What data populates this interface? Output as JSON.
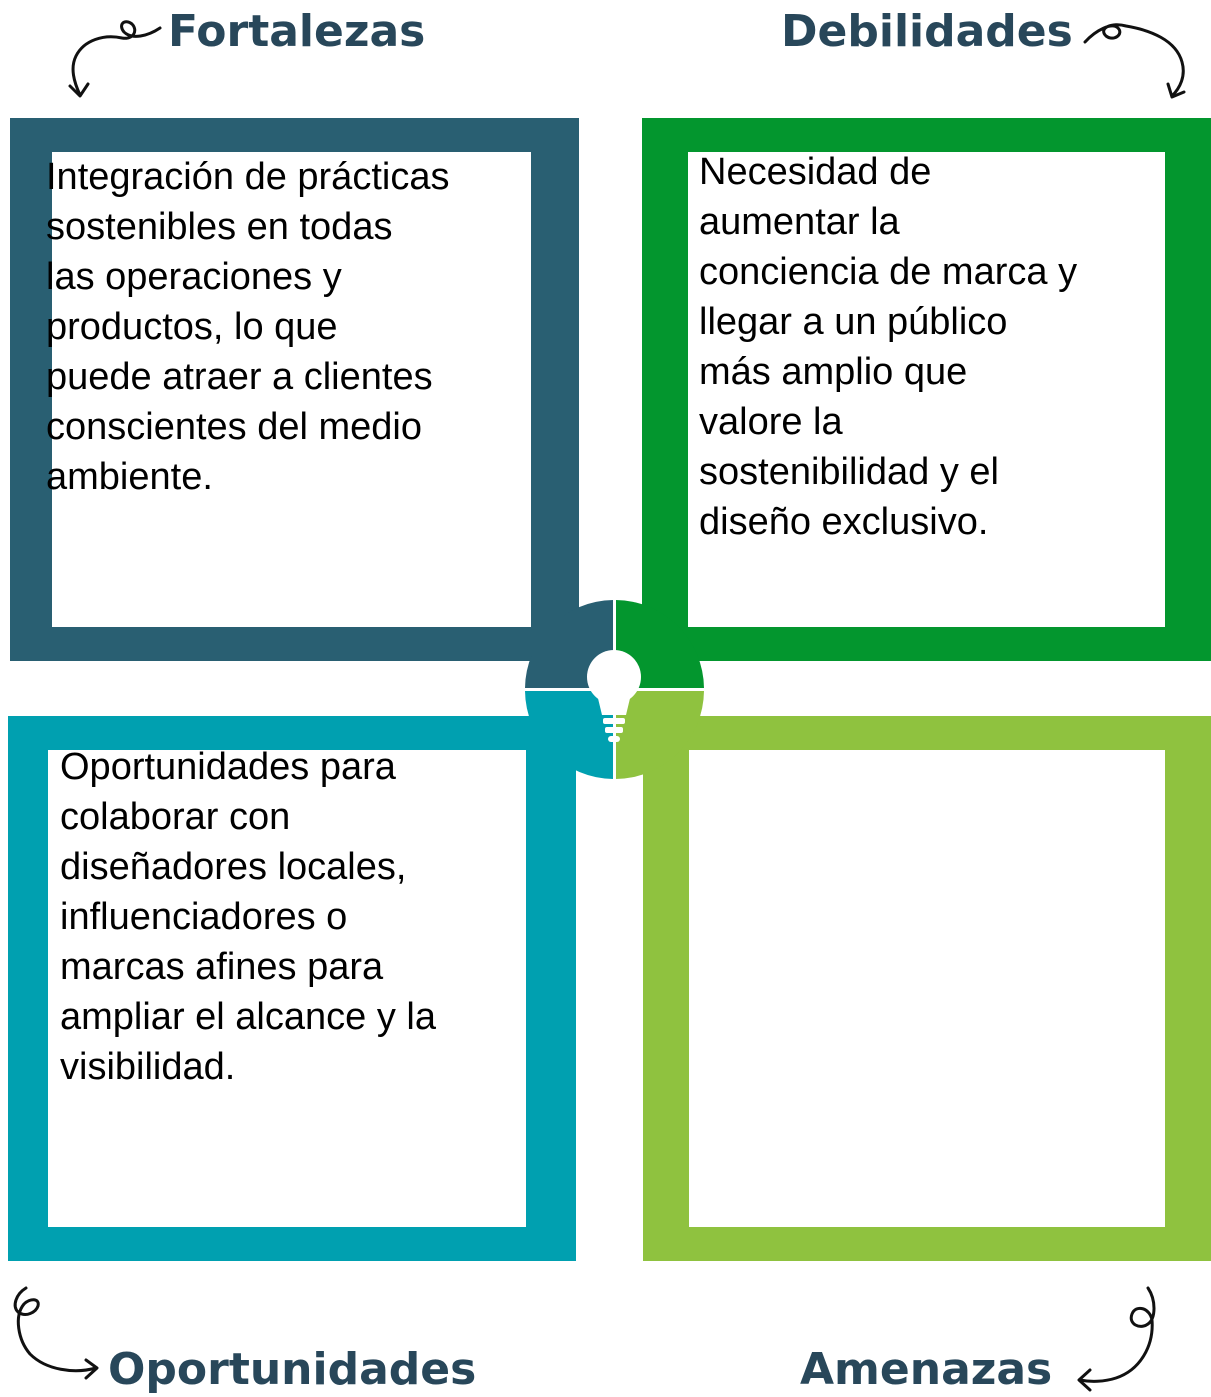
{
  "colors": {
    "strengths": "#295f72",
    "weaknesses": "#03962e",
    "opportunities": "#00a0b0",
    "threats": "#8fc23f",
    "title_text": "#28475a"
  },
  "quadrants": {
    "strengths": {
      "title": "Fortalezas",
      "text": "Integración de prácticas\nsostenibles en todas\nlas operaciones y\nproductos, lo que\npuede atraer a clientes\nconscientes del medio\nambiente."
    },
    "weaknesses": {
      "title": "Debilidades",
      "text": "Necesidad de\naumentar la\nconciencia de marca y\nllegar a un público\nmás amplio que\nvalore la\nsostenibilidad y el\ndiseño exclusivo."
    },
    "opportunities": {
      "title": "Oportunidades",
      "text": "Oportunidades para\ncolaborar con\ndiseñadores locales,\ninfluenciadores o\nmarcas afines para\nampliar el alcance y la\nvisibilidad."
    },
    "threats": {
      "title": "Amenazas",
      "text": ""
    }
  },
  "icons": {
    "center": "lightbulb-icon",
    "arrows": "curly-arrow-icon"
  }
}
